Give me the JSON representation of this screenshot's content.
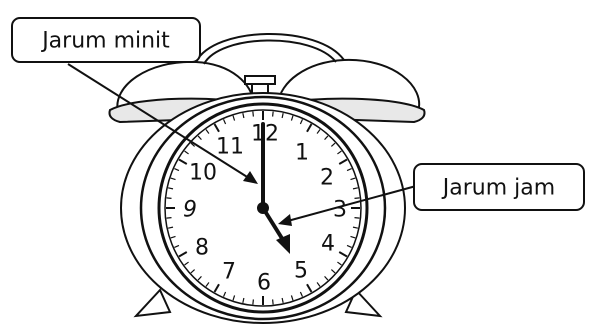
{
  "labels": {
    "minute_hand": "Jarum minit",
    "hour_hand": "Jarum jam"
  },
  "clock": {
    "numerals": [
      "1",
      "2",
      "3",
      "4",
      "5",
      "6",
      "7",
      "8",
      "9",
      "10",
      "11",
      "12"
    ],
    "time_shown": {
      "hour": 5,
      "minute": 0
    }
  }
}
